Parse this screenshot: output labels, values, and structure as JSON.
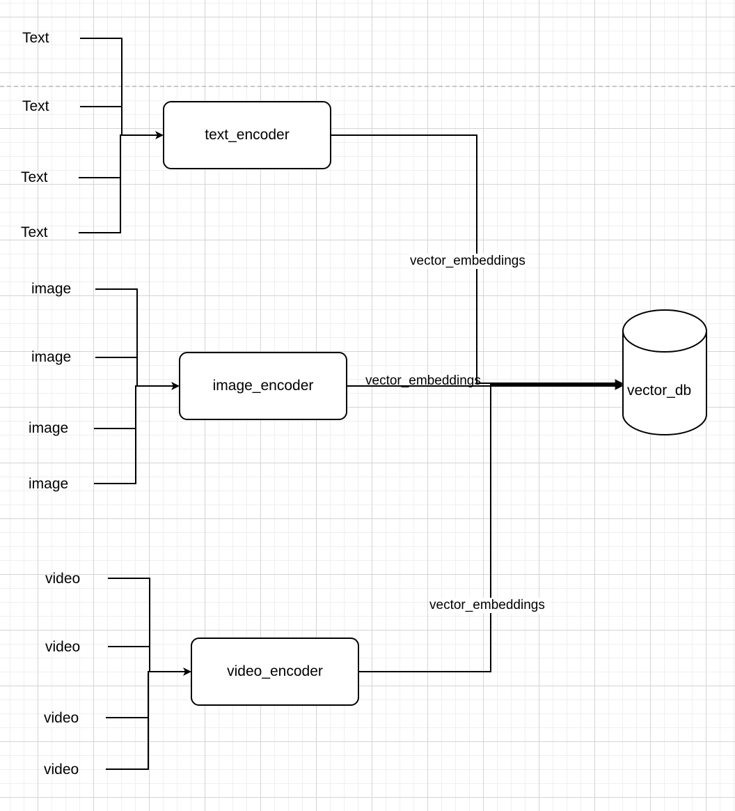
{
  "inputs": {
    "text": [
      "Text",
      "Text",
      "Text",
      "Text"
    ],
    "image": [
      "image",
      "image",
      "image",
      "image"
    ],
    "video": [
      "video",
      "video",
      "video",
      "video"
    ]
  },
  "encoders": {
    "text": "text_encoder",
    "image": "image_encoder",
    "video": "video_encoder"
  },
  "edges": {
    "text_to_db": "vector_embeddings",
    "image_to_db": "vector_embeddings",
    "video_to_db": "vector_embeddings"
  },
  "database": {
    "label": "vector_db"
  },
  "colors": {
    "stroke": "#000000",
    "grid_major": "#d4d4d4",
    "grid_minor": "#efefef",
    "separator": "#c8c8c8"
  }
}
